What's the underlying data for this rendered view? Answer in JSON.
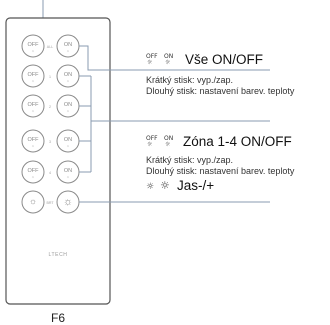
{
  "remote": {
    "brand": "LTECH",
    "model": "F6",
    "buttons": {
      "off": "OFF",
      "on": "ON",
      "side_all": "ALL",
      "side_zones": [
        "1",
        "2",
        "3",
        "4"
      ],
      "side_bright": "BRT"
    }
  },
  "callouts": {
    "all": {
      "icon_off": "OFF",
      "icon_on": "ON",
      "title": "Vše ON/OFF",
      "line1": "Krátký stisk: vyp./zap.",
      "line2": "Dlouhý stisk: nastavení barev. teploty"
    },
    "zones": {
      "icon_off": "OFF",
      "icon_on": "ON",
      "title": "Zóna 1-4  ON/OFF",
      "line1": "Krátký stisk: vyp./zap.",
      "line2": "Dlouhý stisk: nastavení barev. teploty"
    },
    "brightness": {
      "title": "Jas-/+"
    }
  },
  "colors": {
    "line": "#8a9bb0",
    "outline": "#555555",
    "button": "#8a8a8a"
  }
}
